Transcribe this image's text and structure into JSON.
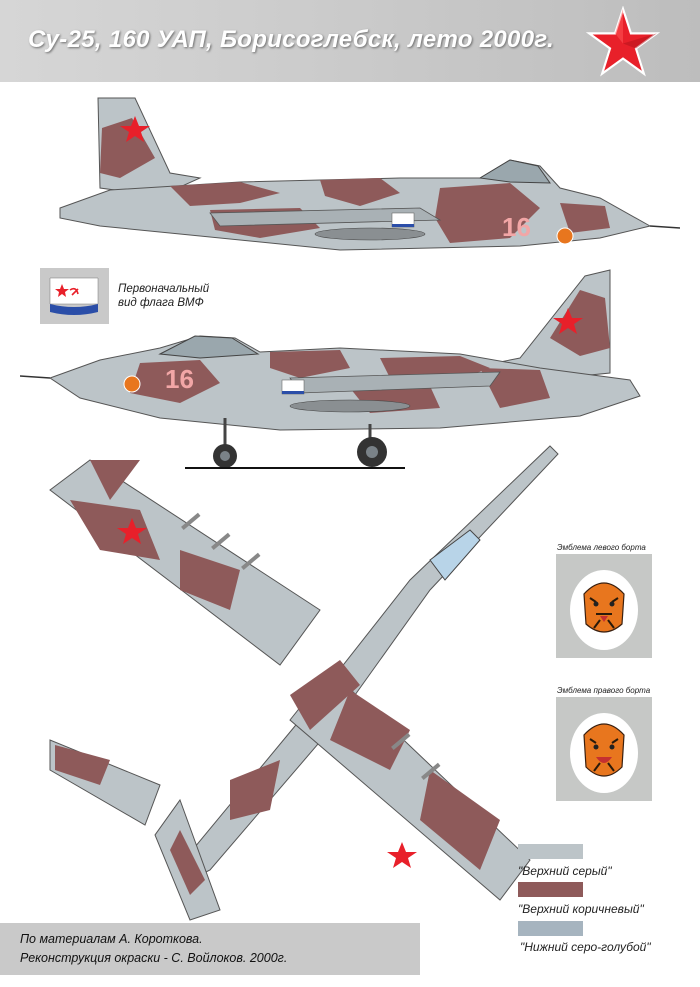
{
  "title": "Су-25, 160 УАП, Борисоглебск, лето 2000г.",
  "flag_caption": {
    "line1": "Первоначальный",
    "line2": "вид флага ВМФ"
  },
  "aircraft": {
    "tail_number": "16"
  },
  "emblems": {
    "left": {
      "title": "Эмблема левого борта"
    },
    "right": {
      "title": "Эмблема правого борта"
    }
  },
  "legend": [
    {
      "label": "\"Верхний серый\"",
      "color": "#bcc4c8"
    },
    {
      "label": "\"Верхний коричневый\"",
      "color": "#8e5a5a"
    },
    {
      "label": "\"Нижний серо-голубой\"",
      "color": "#a6b4bf"
    }
  ],
  "credits": {
    "line1": "По материалам А. Короткова.",
    "line2": "Реконструкция окраски - С. Войлоков. 2000г."
  },
  "colors": {
    "grey": "#bcc4c8",
    "brown": "#8e5a5a",
    "blue_grey": "#a6b4bf",
    "star_red": "#e8202a",
    "tiger_orange": "#e8761e"
  }
}
